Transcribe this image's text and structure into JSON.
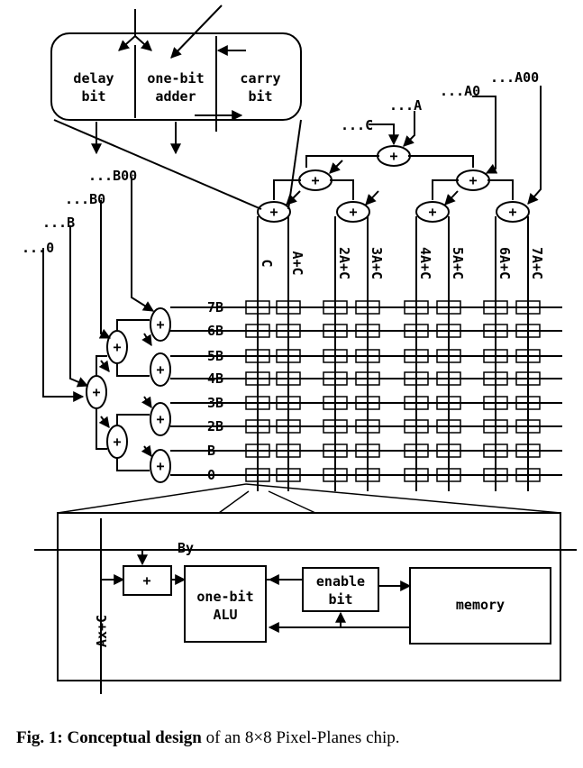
{
  "top_box": {
    "delay": [
      "delay",
      "bit"
    ],
    "adder": [
      "one-bit",
      "adder"
    ],
    "carry": [
      "carry",
      "bit"
    ]
  },
  "a_inputs": [
    "...C",
    "...A",
    "...A0",
    "...A00"
  ],
  "b_inputs": [
    "...B00",
    "...B0",
    "...B",
    "...0"
  ],
  "columns": [
    "C",
    "A+C",
    "2A+C",
    "3A+C",
    "4A+C",
    "5A+C",
    "6A+C",
    "7A+C"
  ],
  "rows": [
    "7B",
    "6B",
    "5B",
    "4B",
    "3B",
    "2B",
    "B",
    "0"
  ],
  "detail": {
    "by": "By",
    "ax": "Ax+C",
    "plus": "+",
    "alu": [
      "one-bit",
      "ALU"
    ],
    "enable": [
      "enable",
      "bit"
    ],
    "memory": "memory"
  },
  "caption": {
    "prefix": "Fig. 1:",
    "bold": "Conceptual design",
    "rest": "of an 8×8 Pixel-Planes chip."
  }
}
